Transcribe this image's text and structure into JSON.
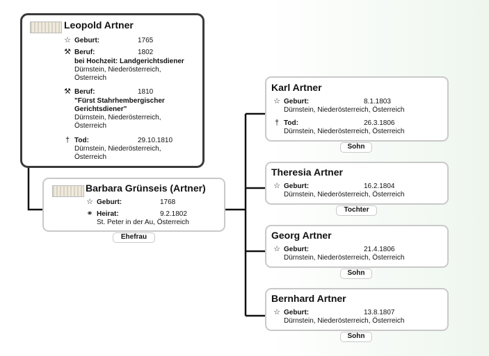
{
  "main_person": {
    "name": "Leopold Artner",
    "events": [
      {
        "icon": "☆",
        "label": "Geburt:",
        "date": "1765",
        "lines": []
      },
      {
        "icon": "⚒",
        "label": "Beruf:",
        "date": "1802",
        "lines": [
          "bei Hochzeit: Landgerichtsdiener",
          "Dürnstein, Niederösterreich,",
          "Österreich"
        ]
      },
      {
        "icon": "⚒",
        "label": "Beruf:",
        "date": "1810",
        "lines": [
          "\"Fürst Stahrhembergischer",
          "Gerichtsdiener\"",
          "Dürnstein, Niederösterreich,",
          "Österreich"
        ]
      },
      {
        "icon": "†",
        "label": "Tod:",
        "date": "29.10.1810",
        "lines": [
          "Dürnstein, Niederösterreich,",
          "Österreich"
        ]
      }
    ]
  },
  "spouse": {
    "name": "Barbara Grünseis (Artner)",
    "birth": {
      "icon": "☆",
      "label": "Geburt:",
      "date": "1768"
    },
    "marriage": {
      "icon": "⚭",
      "label": "Heirat:",
      "date": "9.2.1802",
      "place": "St. Peter in der Au, Österreich"
    },
    "role": "Ehefrau"
  },
  "children": [
    {
      "name": "Karl Artner",
      "events": [
        {
          "icon": "☆",
          "label": "Geburt:",
          "date": "8.1.1803",
          "place": "Dürnstein, Niederösterreich, Österreich"
        },
        {
          "icon": "†",
          "label": "Tod:",
          "date": "26.3.1806",
          "place": "Dürnstein, Niederösterreich, Österreich"
        }
      ],
      "role": "Sohn"
    },
    {
      "name": "Theresia Artner",
      "events": [
        {
          "icon": "☆",
          "label": "Geburt:",
          "date": "16.2.1804",
          "place": "Dürnstein, Niederösterreich, Österreich"
        }
      ],
      "role": "Tochter"
    },
    {
      "name": "Georg Artner",
      "events": [
        {
          "icon": "☆",
          "label": "Geburt:",
          "date": "21.4.1806",
          "place": "Dürnstein, Niederösterreich, Österreich"
        }
      ],
      "role": "Sohn"
    },
    {
      "name": "Bernhard Artner",
      "events": [
        {
          "icon": "☆",
          "label": "Geburt:",
          "date": "13.8.1807",
          "place": "Dürnstein, Niederösterreich, Österreich"
        }
      ],
      "role": "Sohn"
    }
  ]
}
